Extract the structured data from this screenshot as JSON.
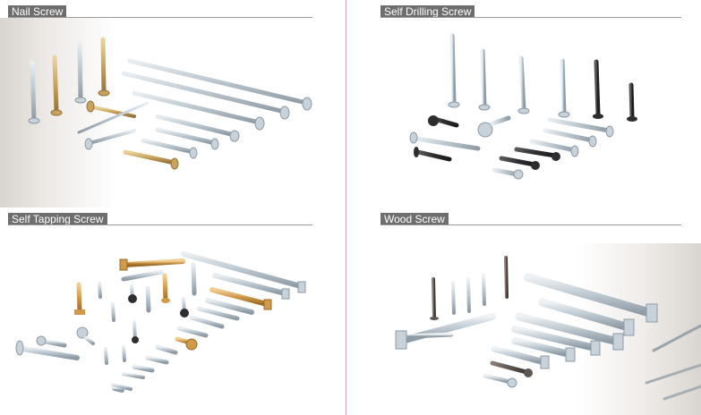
{
  "sections": {
    "nail": {
      "title": "Nail Screw"
    },
    "drilling": {
      "title": "Self Drilling Screw"
    },
    "tapping": {
      "title": "Self Tapping Screw"
    },
    "wood": {
      "title": "Wood Screw"
    }
  },
  "colors": {
    "zinc": "#c7d2da",
    "zinc_dark": "#8e9ba5",
    "gold": "#c9a35c",
    "black": "#2e2e30",
    "label_bg": "#6e6e6e",
    "divider": "#d9a9b4"
  }
}
